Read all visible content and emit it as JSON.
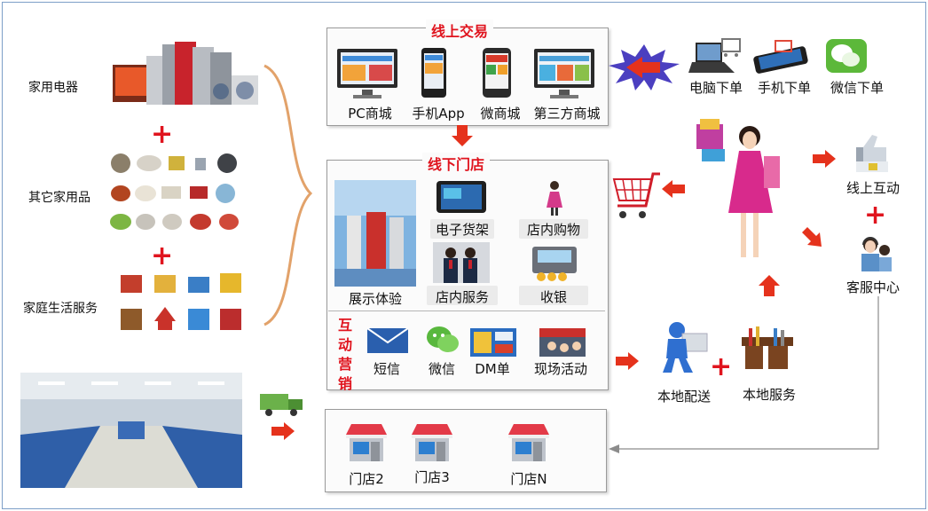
{
  "left": {
    "appliances": "家用电器",
    "household": "其它家用品",
    "services": "家庭生活服务"
  },
  "online": {
    "title": "线上交易",
    "items": [
      "PC商城",
      "手机App",
      "微商城",
      "第三方商城"
    ]
  },
  "offline": {
    "title": "线下门店",
    "showroom": "展示体验",
    "shelf": "电子货架",
    "shopping": "店内购物",
    "service": "店内服务",
    "cashier": "收银"
  },
  "marketing": {
    "title": "互动营销",
    "items": [
      "短信",
      "微信",
      "DM单",
      "现场活动"
    ]
  },
  "stores": [
    "门店2",
    "门店3",
    "门店N"
  ],
  "orders": [
    "电脑下单",
    "手机下单",
    "微信下单"
  ],
  "right": {
    "online_interact": "线上互动",
    "service_center": "客服中心",
    "delivery": "本地配送",
    "local_service": "本地服务"
  },
  "colors": {
    "accent_red": "#e0141e",
    "arrow_red": "#e5321c",
    "panel_border": "#9a9a9a",
    "connector_gray": "#8c8c8c"
  }
}
